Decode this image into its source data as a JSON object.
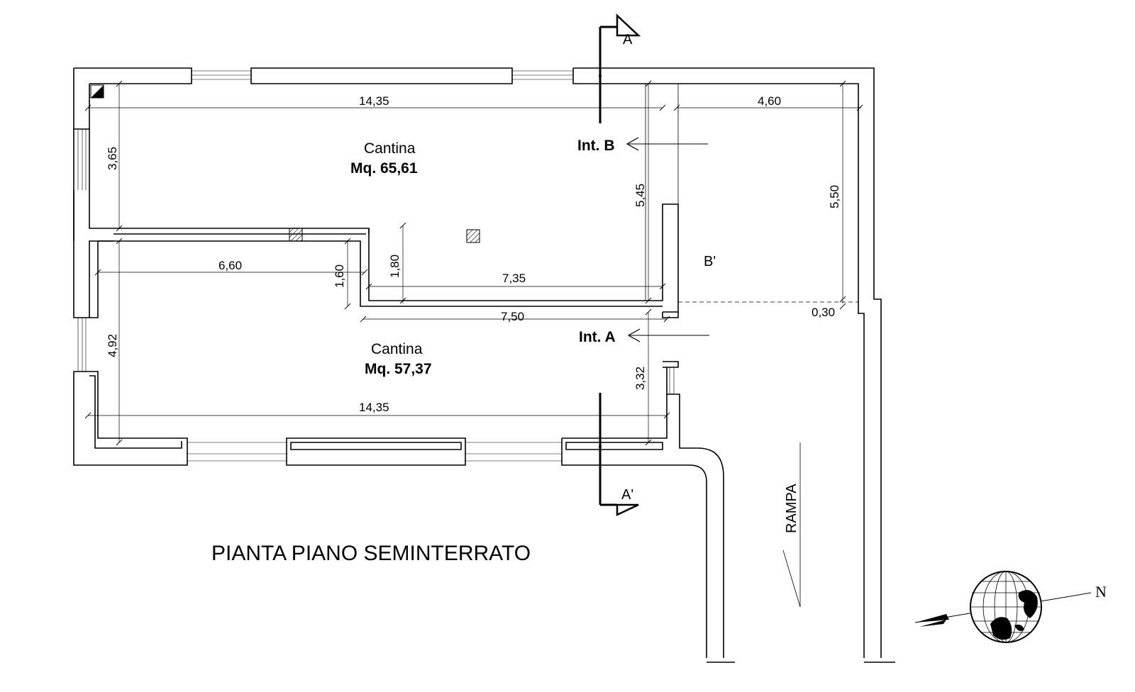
{
  "title": "PIANTA PIANO SEMINTERRATO",
  "rooms": [
    {
      "name": "Cantina",
      "area": "Mq. 65,61"
    },
    {
      "name": "Cantina",
      "area": "Mq. 57,37"
    }
  ],
  "dimensions": {
    "top_width": "14,35",
    "right_width": "4,60",
    "upper_height": "3,65",
    "mid_height": "5,45",
    "right_height": "5,50",
    "corridor_left": "6,60",
    "corridor_height": "1,60",
    "step_height": "1,80",
    "corridor_right": "7,35",
    "lower_mid": "7,50",
    "gap": "0,30",
    "lower_height": "4,92",
    "lower_right": "3,32",
    "bottom_width": "14,35"
  },
  "labels": {
    "int_b": "Int. B",
    "int_a": "Int. A",
    "b_prime": "B'",
    "section_a": "A",
    "section_a_prime": "A'",
    "ramp": "RAMPA",
    "north": "N"
  },
  "icons": {
    "section_arrow": "section-flag-icon",
    "compass": "globe-compass-icon"
  }
}
